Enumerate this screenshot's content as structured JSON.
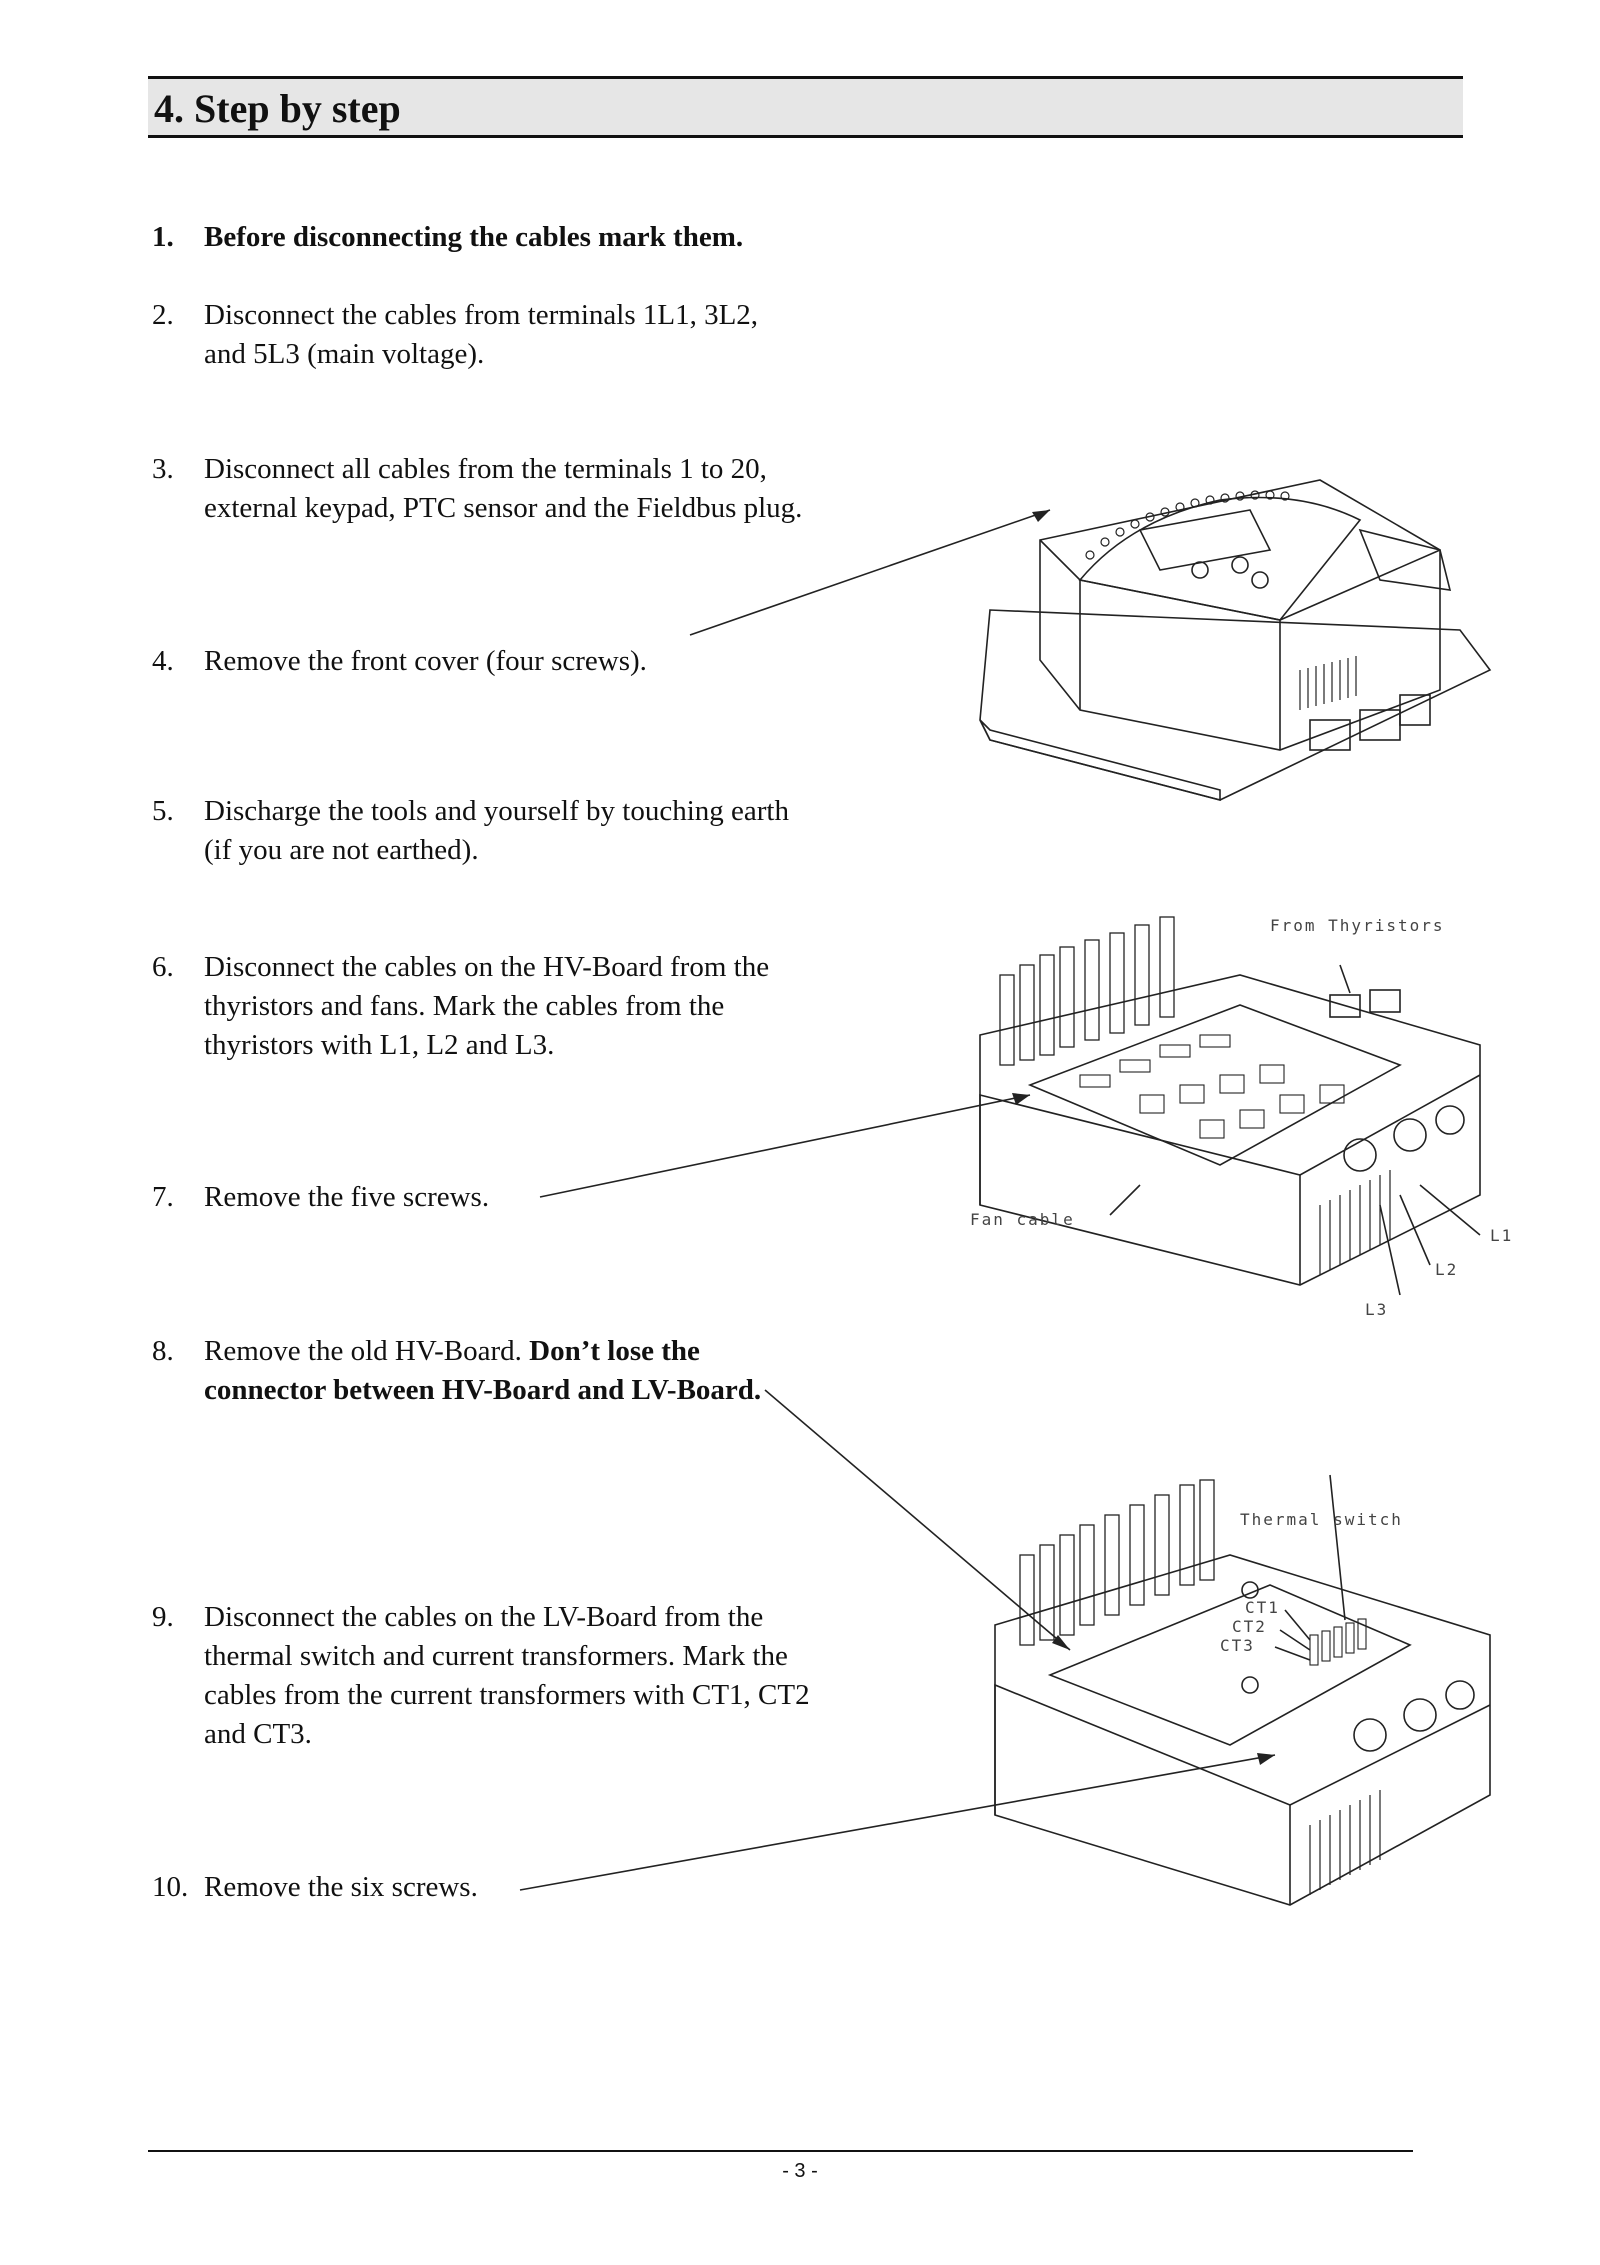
{
  "section": {
    "title": "4. Step by step"
  },
  "steps": [
    {
      "num": "1.",
      "text": "Before disconnecting the cables mark them."
    },
    {
      "num": "2.",
      "text": "Disconnect the cables from terminals 1L1, 3L2, and 5L3 (main voltage)."
    },
    {
      "num": "3.",
      "text": "Disconnect all cables from the terminals 1 to 20, external keypad, PTC sensor and the Fieldbus plug."
    },
    {
      "num": "4.",
      "text": "Remove the front cover (four screws)."
    },
    {
      "num": "5.",
      "text": "Discharge the tools and yourself by touching earth (if you are not earthed)."
    },
    {
      "num": "6.",
      "text": "Disconnect the cables on the HV-Board from the thyristors and fans. Mark the cables from the thyristors with L1, L2 and L3."
    },
    {
      "num": "7.",
      "text": "Remove the five screws."
    },
    {
      "num": "8.",
      "text": "Remove the old HV-Board.",
      "bold_text": "Don’t lose the connector between HV-Board and LV-Board."
    },
    {
      "num": "9.",
      "text": "Disconnect the cables on the LV-Board from the thermal switch  and current transformers. Mark the cables from the current transformers with CT1, CT2 and CT3."
    },
    {
      "num": "10.",
      "text": "Remove the six screws."
    }
  ],
  "figures": {
    "hv_board": {
      "from_thyristors": "From Thyristors",
      "fan_cable": "Fan cable",
      "l1": "L1",
      "l2": "L2",
      "l3": "L3"
    },
    "lv_board": {
      "thermal_switch": "Thermal switch",
      "ct1": "CT1",
      "ct2": "CT2",
      "ct3": "CT3"
    }
  },
  "footer": {
    "page_number": "- 3 -"
  }
}
